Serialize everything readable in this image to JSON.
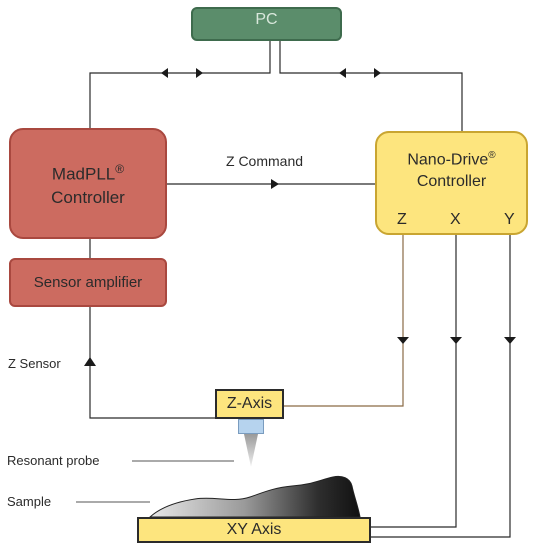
{
  "pc": {
    "label": "PC"
  },
  "madpll": {
    "line1": "MadPLL",
    "reg": "®",
    "line2": "Controller"
  },
  "sensor_amp": {
    "label": "Sensor amplifier"
  },
  "nanodrive": {
    "line1": "Nano-Drive",
    "reg": "®",
    "line2": "Controller",
    "axes": [
      "Z",
      "X",
      "Y"
    ]
  },
  "z_command": {
    "label": "Z Command"
  },
  "z_sensor": {
    "label": "Z Sensor"
  },
  "z_axis": {
    "label": "Z-Axis"
  },
  "xy_axis": {
    "label": "XY Axis"
  },
  "resonant_probe": {
    "label": "Resonant probe"
  },
  "sample": {
    "label": "Sample"
  },
  "colors": {
    "pc_fill": "#5b8d6b",
    "controller_fill": "#cc6b60",
    "nanodrive_fill": "#fde57e",
    "probe_mount": "#b6d3ee",
    "line": "#2b2b2b",
    "signal_line": "#8a6a45"
  }
}
